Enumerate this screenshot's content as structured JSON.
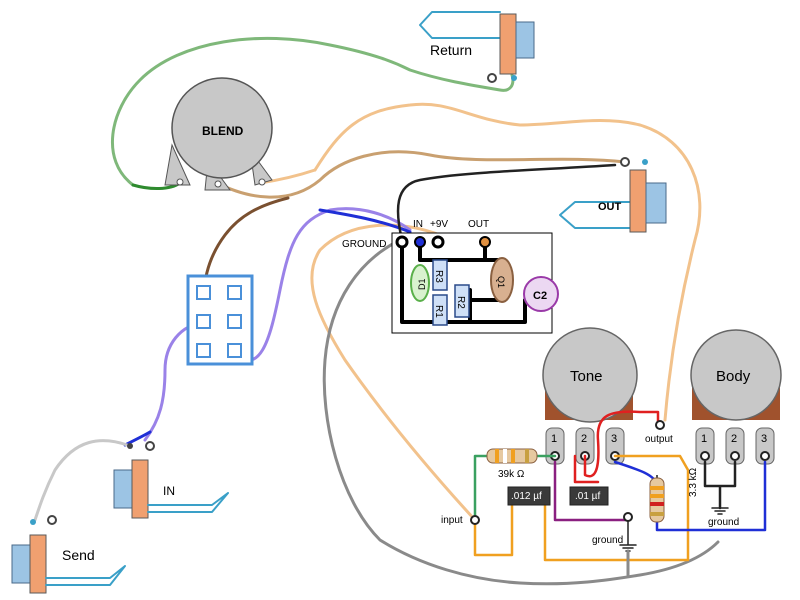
{
  "labels": {
    "return": "Return",
    "blend": "BLEND",
    "out_jack": "OUT",
    "ground": "GROUND",
    "in_pad": "IN",
    "v9": "+9V",
    "out_pad": "OUT",
    "d1": "D1",
    "r3": "R3",
    "r2": "R2",
    "r1": "R1",
    "q1": "Q1",
    "c2": "C2",
    "in_jack": "IN",
    "send": "Send",
    "tone": "Tone",
    "body": "Body",
    "tone_lug1": "1",
    "tone_lug2": "2",
    "tone_lug3": "3",
    "body_lug1": "1",
    "body_lug2": "2",
    "body_lug3": "3",
    "output": "output",
    "resistor_39k": "39k Ω",
    "resistor_3k3": "3.3 kΩ",
    "cap_012": ".012 µf",
    "cap_01": ".01 µf",
    "input": "input",
    "ground_tone": "ground",
    "ground_body": "ground"
  },
  "colors": {
    "wire_green": "#7fb87a",
    "wire_tan": "#f2c28c",
    "wire_brown": "#7a5030",
    "wire_gray": "#8a8a8a",
    "wire_purple": "#9a82e8",
    "wire_blue": "#1f2fd6",
    "wire_black": "#222222",
    "wire_red": "#e02020",
    "wire_orange": "#f0a020",
    "jack_sleeve": "#f0a070",
    "jack_tip": "#9cc4e4",
    "pot_face": "#c8c8c8",
    "pot_body": "#a0522d",
    "switch_blue": "#4a90d9"
  }
}
